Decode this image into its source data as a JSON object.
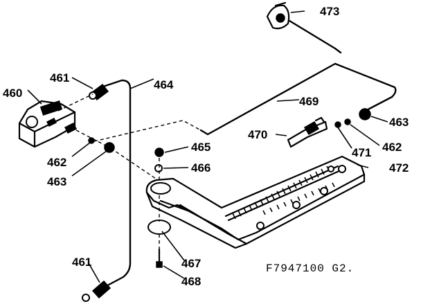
{
  "diagram": {
    "figure_id": "F7947100 G2.",
    "callouts": {
      "c460": "460",
      "c461a": "461",
      "c461b": "461",
      "c462a": "462",
      "c462b": "462",
      "c463a": "463",
      "c463b": "463",
      "c464": "464",
      "c465": "465",
      "c466": "466",
      "c467": "467",
      "c468": "468",
      "c469": "469",
      "c470": "470",
      "c471": "471",
      "c472": "472",
      "c473": "473"
    }
  }
}
